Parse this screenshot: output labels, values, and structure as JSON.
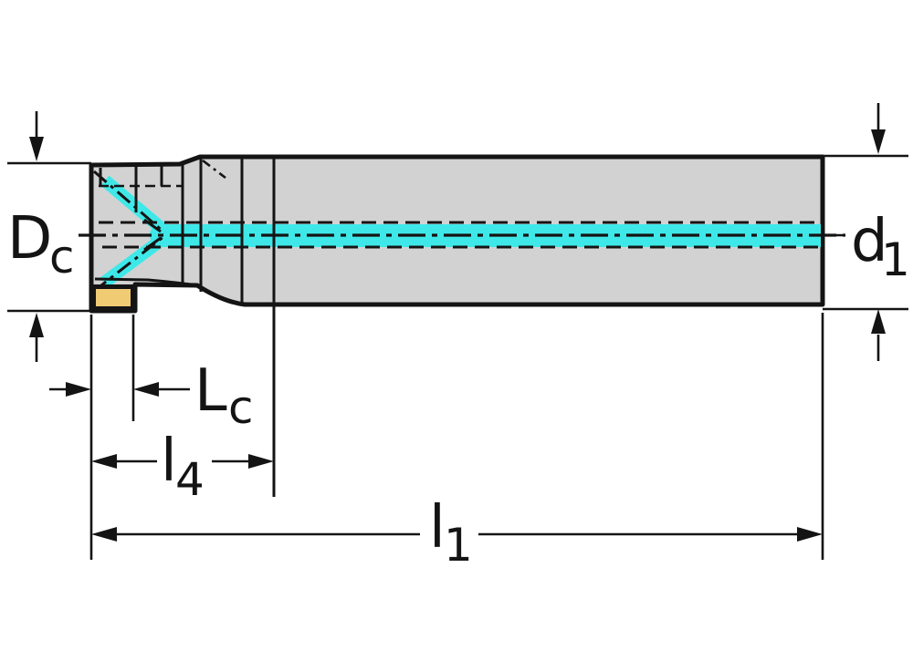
{
  "labels": {
    "cutting_diameter": {
      "main": "D",
      "sub": "c"
    },
    "shank_diameter": {
      "main": "d",
      "sub": "1"
    },
    "cutting_edge_length": {
      "main": "L",
      "sub": "c"
    },
    "usable_length": {
      "main": "l",
      "sub": "4"
    },
    "overall_length": {
      "main": "l",
      "sub": "1"
    }
  },
  "colors": {
    "background": "#ffffff",
    "body_fill": "#d2d2d2",
    "line": "#141414",
    "coolant": "#3fe8e8",
    "insert": "#f0cb74"
  }
}
